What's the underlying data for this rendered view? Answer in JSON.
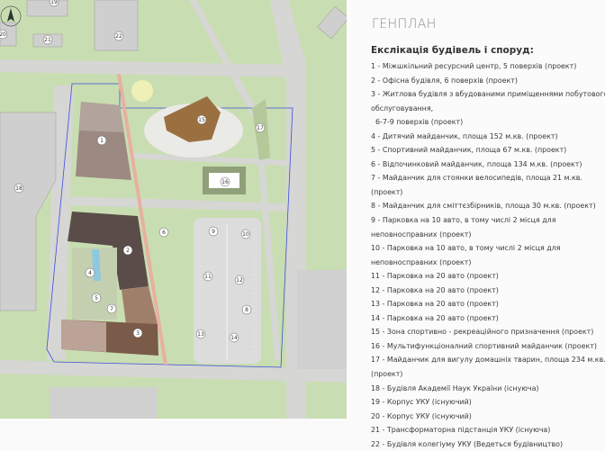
{
  "legend": {
    "title": "ГЕНПЛАН",
    "heading": "Екслікація будівель і споруд:",
    "items": [
      "1 - Міжшкільний ресурсний центр, 5 поверхів (проект)",
      "2 - Офісна будівля, 6 поверхів (проект)",
      "3 - Житлова будівля з вбудованими приміщеннями побутового",
      "обслуговування,",
      "  6-7-9 поверхів (проект)",
      "4 - Дитячий майданчик, площа 152 м.кв. (проект)",
      "5 - Спортивний майданчик, площа 67 м.кв. (проект)",
      "6 - Відпочинковий майданчик, площа 134 м.кв. (проект)",
      "7 - Майданчик для стоянки велосипедів, площа 21 м.кв.",
      "(проект)",
      "8 - Майданчик для сміттєзбірників, площа 30 м.кв. (проект)",
      "9 - Парковка на 10 авто, в тому числі 2 місця для",
      "неповносправних (проект)",
      "10 - Парковка на 10 авто, в тому числі 2 місця для",
      "неповносправних (проект)",
      "11 - Парковка на 20 авто (проект)",
      "12 - Парковка на 20 авто (проект)",
      "13 - Парковка на 20 авто (проект)",
      "14 - Парковка на 20 авто (проект)",
      "15 - Зона спортивно - рекреаційного призначення (проект)",
      "16 - Мультифункціоналний спортивний майданчик (проект)",
      "17 - Майданчик для вигулу домашніх тварин, площа 234 м.кв.",
      "(проект)",
      "18 - Будівля Академії Наук України (існуюча)",
      "19 - Корпус УКУ (існуючий)",
      "20 - Корпус УКУ (існуючий)",
      "21 - Трансформаторна підстанція УКУ (існуюча)",
      "22 - Будівля колегіуму УКУ (Ведеться будівництво)"
    ]
  },
  "map": {
    "labels": [
      "1",
      "2",
      "3",
      "4",
      "5",
      "6",
      "7",
      "8",
      "9",
      "10",
      "11",
      "12",
      "13",
      "14",
      "15",
      "16",
      "17",
      "18",
      "19",
      "20",
      "21",
      "22"
    ],
    "north_icon": "north-arrow-icon",
    "colors": {
      "grass": "#c9ddb2",
      "road": "#d6d6d4",
      "boundary": "#3b4fd8",
      "building_dark": "#5a4d49",
      "building_mid": "#9c8a82",
      "building_brown": "#7a5a48",
      "existing": "#cfcfcf"
    }
  }
}
